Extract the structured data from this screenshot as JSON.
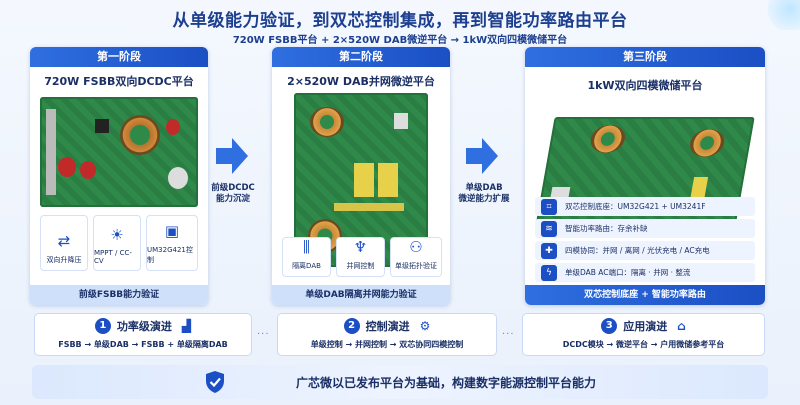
{
  "header": {
    "title": "从单级能力验证，到双芯控制集成，再到智能功率路由平台",
    "subtitle": "720W FSBB平台 + 2×520W DAB微逆平台 → 1kW双向四模微储平台"
  },
  "stage1": {
    "head": "第一阶段",
    "title": "720W FSBB双向DCDC平台",
    "features": [
      {
        "icon": "⇄",
        "label": "双向升降压"
      },
      {
        "icon": "☀",
        "label": "MPPT / CC-CV"
      },
      {
        "icon": "▣",
        "label": "UM32G421控制"
      }
    ],
    "foot": "前级FSBB能力验证"
  },
  "arrow1": {
    "line1": "前级DCDC",
    "line2": "能力沉淀"
  },
  "stage2": {
    "head": "第二阶段",
    "title": "2×520W DAB并网微逆平台",
    "features": [
      {
        "icon": "⫼",
        "label": "隔离DAB"
      },
      {
        "icon": "♆",
        "label": "并网控制"
      },
      {
        "icon": "⚇",
        "label": "单级拓扑验证"
      }
    ],
    "foot": "单级DAB隔离并网能力验证"
  },
  "arrow2": {
    "line1": "单级DAB",
    "line2": "微逆能力扩展"
  },
  "stage3": {
    "head": "第三阶段",
    "title": "1kW双向四模微储平台",
    "items": [
      {
        "icon": "⌗",
        "label": "双芯控制底座：UM32G421 + UM3241F"
      },
      {
        "icon": "≋",
        "label": "智能功率路由：存余补缺"
      },
      {
        "icon": "✚",
        "label": "四模协同：并网 / 离网 / 光伏充电 / AC充电"
      },
      {
        "icon": "ϟ",
        "label": "单级DAB AC端口：隔离 · 并网 · 整流"
      }
    ],
    "foot": "双芯控制底座 + 智能功率路由"
  },
  "evolution": [
    {
      "num": "1",
      "title": "功率级演进",
      "icon": "▟",
      "body": "FSBB → 单级DAB → FSBB + 单级隔离DAB"
    },
    {
      "num": "2",
      "title": "控制演进",
      "icon": "⚙",
      "body": "单级控制 → 并网控制 → 双芯协同四模控制"
    },
    {
      "num": "3",
      "title": "应用演进",
      "icon": "⌂",
      "body": "DCDC模块 → 微逆平台 → 户用微储参考平台"
    }
  ],
  "bottom": {
    "text": "广芯微以已发布平台为基础，构建数字能源控制平台能力"
  },
  "colors": {
    "primary": "#1d4fc4",
    "pcb": "#2f8a4a",
    "navy": "#1a2f66"
  }
}
